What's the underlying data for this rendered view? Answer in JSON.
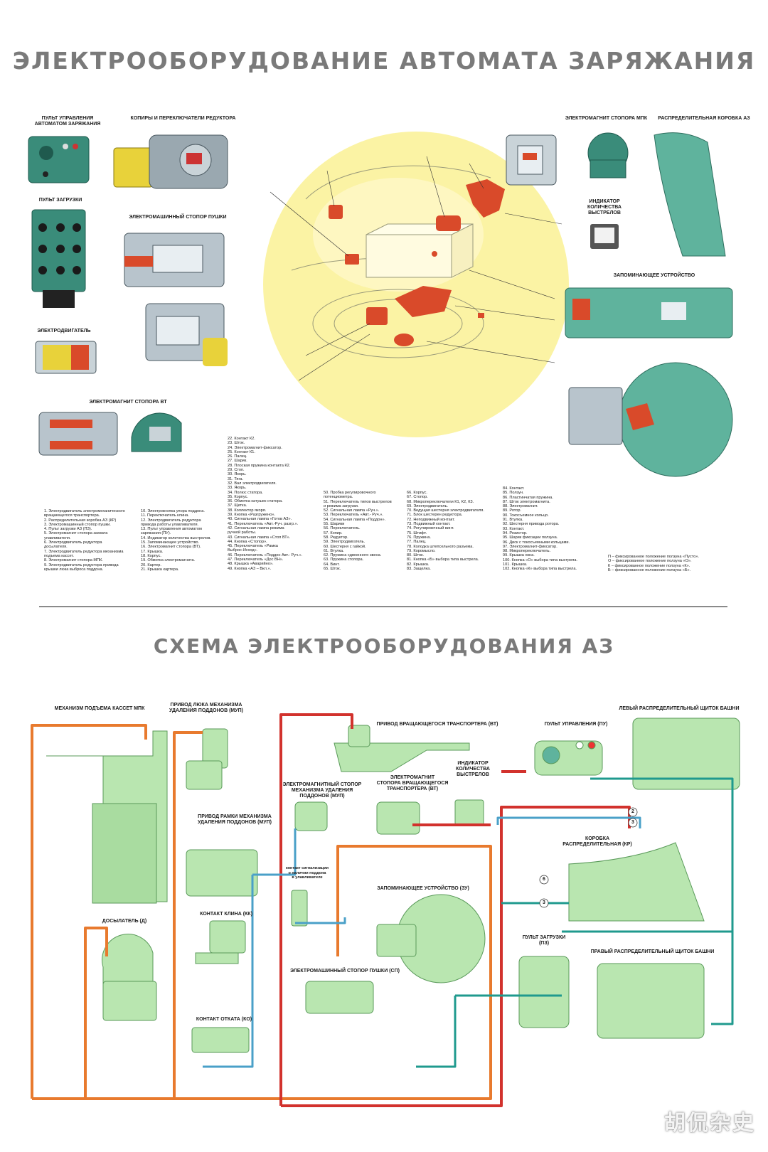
{
  "titles": {
    "top": "ЭЛЕКТРООБОРУДОВАНИЕ АВТОМАТА ЗАРЯЖАНИЯ",
    "bottom": "СХЕМА ЭЛЕКТРООБОРУДОВАНИЯ АЗ"
  },
  "top_labels": {
    "control_panel": "ПУЛЬТ УПРАВЛЕНИЯ\nАВТОМАТОМ ЗАРЯЖАНИЯ",
    "copiers": "КОПИРЫ И ПЕРЕКЛЮЧАТЕЛИ РЕДУКТОРА",
    "load_panel": "ПУЛЬТ ЗАГРУЗКИ",
    "gun_stopper": "ЭЛЕКТРОМАШИННЫЙ СТОПОР ПУШКИ",
    "motor": "ЭЛЕКТРОДВИГАТЕЛЬ",
    "vt_magnet": "ЭЛЕКТРОМАГНИТ СТОПОРА ВТ",
    "mpk_magnet": "ЭЛЕКТРОМАГНИТ СТОПОРА МПК",
    "distribution_box": "РАСПРЕДЕЛИТЕЛЬНАЯ КОРОБКА АЗ",
    "shot_indicator": "ИНДИКАТОР\nКОЛИЧЕСТВА\nВЫСТРЕЛОВ",
    "memory": "ЗАПОМИНАЮЩЕЕ УСТРОЙСТВО"
  },
  "legend_cols": [
    [
      "1. Электродвигатель электромеханического",
      "   вращающегося транспортера.",
      "2. Распределительная коробка АЗ (КР)",
      "3. Электромашинный стопор пушки.",
      "4. Пульт загрузки АЗ (ПЗ).",
      "5. Электромагнит стопора захвата",
      "   улавливателя.",
      "6. Электродвигатель редуктора",
      "   досылателя.",
      "7. Электродвигатель редуктора механизма",
      "   подъема кассет.",
      "8. Электромагнит стопора МПК.",
      "9. Электродвигатель редуктора привода",
      "   крышки люка выброса поддона."
    ],
    [
      "10. Электрокнопка упора поддона.",
      "11. Переключатель клина.",
      "12. Электродвигатель редуктора",
      "    привода работы улавливателя.",
      "13. Пульт управления автоматом",
      "    заряжания (ПУ).",
      "14. Индикатор количества выстрелов.",
      "15. Запоминающее устройство.",
      "16. Электромагнит стопора (ВТ).",
      "17. Крышка.",
      "18. Корпус.",
      "19. Обмотка электромагнита.",
      "20. Картер.",
      "21. Крышка картера."
    ],
    [
      "22. Контакт К2.",
      "23. Шток.",
      "24. Электромагнит-фиксатор.",
      "25. Контакт К1.",
      "26. Палец.",
      "27. Шарик.",
      "28. Плоская пружина контакта К2.",
      "29. Стоп.",
      "30. Якорь.",
      "31. Тяга.",
      "32. Вал электродвигателя.",
      "33. Якорь.",
      "34. Полюс статора.",
      "35. Корпус.",
      "36. Обмотка катушек статора.",
      "37. Щетка.",
      "38. Коллектор якоря.",
      "39. Кнопка «Разгружено».",
      "40. Сигнальная лампа «Готов АЗ».",
      "41. Переключатель «Авт.-Руч. разгр.».",
      "42. Сигнальная лампа режима",
      "    ручной работы.",
      "43. Сигнальная лампа «Стоп ВТ».",
      "44. Кнопка «Стопор».",
      "45. Переключатель «Рамка",
      "    Выброс-Исход».",
      "46. Переключатель «Поддон Авт.- Руч.».",
      "47. Переключатель «Дос ВН».",
      "48. Крышка «Аварийно».",
      "49. Кнопка «АЗ – Вкл.»."
    ],
    [
      "50. Пробка регулировочного",
      "    потенциометра.",
      "51. Переключатель типов выстрелов",
      "    и режима загрузки.",
      "52. Сигнальная лампа «Руч.».",
      "53. Переключатель «Авт.- Руч.».",
      "54. Сигнальная лампа «Поддон».",
      "55. Шарики",
      "56. Переключатель.",
      "57. Копир.",
      "58. Редуктор.",
      "59. Электродвигатель.",
      "60. Шестерня с гайкой.",
      "61. Втулка.",
      "62. Пружина сдвоенного звена.",
      "63. Пружина стопора.",
      "64. Винт.",
      "65. Шток."
    ],
    [
      "66. Корпус.",
      "67. Стопор.",
      "68. Микропереключатели К1, К2, К3.",
      "69. Электродвигатель.",
      "70. Ведущая шестерня электродвигателя.",
      "71. Блок шестерен редуктора.",
      "72. Неподвижный контакт.",
      "73. Подвижный контакт.",
      "74. Регулировочный винт.",
      "75. Штифт.",
      "76. Пружина.",
      "77. Палец.",
      "78. Колодка штепсельного разъема.",
      "79. Коромысло.",
      "80. Шток.",
      "81. Кнопка «Б» выбора типа выстрела.",
      "82. Крышка.",
      "83. Защелка."
    ],
    [
      "84. Контакт.",
      "85. Ползун.",
      "86. Пластинчатая пружина.",
      "87. Шток электромагнита.",
      "88. Электромагнит.",
      "89. Ротор.",
      "90. Токосъемное кольцо.",
      "91. Втулка.",
      "92. Шестерня привода ротора.",
      "93. Контакт.",
      "94. Резистор.",
      "95. Шарик фиксации ползуна.",
      "96. Диск с токосъемными кольцами.",
      "97. Электромагнит-фиксатор.",
      "98. Микропереключатель.",
      "99. Крышка окна.",
      "100. Кнопка «О» выбора типа выстрела.",
      "101. Крышка.",
      "102. Кнопка «К» выбора типа выстрела."
    ],
    [
      "П – фиксированное положение ползуна «Пусто».",
      "О – фиксированное положение ползуна «О».",
      "К – фиксированное положение ползуна «К».",
      "Б – фиксированное положение ползуна «Б»."
    ]
  ],
  "schema_labels": {
    "mpk": "МЕХАНИЗМ ПОДЪЕМА КАССЕТ МПК",
    "mup_hatch": "ПРИВОД ЛЮКА МЕХАНИЗМА\nУДАЛЕНИЯ ПОДДОНОВ (МУП)",
    "vt_drive": "ПРИВОД ВРАЩАЮЩЕГОСЯ ТРАНСПОРТЕРА (ВТ)",
    "pu": "ПУЛЬТ УПРАВЛЕНИЯ (ПУ)",
    "left_shield": "ЛЕВЫЙ РАСПРЕДЕЛИТЕЛЬНЫЙ ЩИТОК БАШНИ",
    "mup_stopper": "ЭЛЕКТРОМАГНИТНЫЙ СТОПОР\nМЕХАНИЗМА УДАЛЕНИЯ\nПОДДОНОВ (МУП)",
    "vt_stopper": "ЭЛЕКТРОМАГНИТ\nСТОПОРА ВРАЩАЮЩЕГОСЯ\nТРАНСПОРТЕРА (ВТ)",
    "indicator": "ИНДИКАТОР\nКОЛИЧЕСТВА\nВЫСТРЕЛОВ",
    "frame_drive": "ПРИВОД РАМКИ МЕХАНИЗМА\nУДАЛЕНИЯ ПОДДОНОВ (МУП)",
    "kr": "КОРОБКА\nРАСПРЕДЕЛИТЕЛЬНАЯ (КР)",
    "pallet_contact": "контакт сигнализации\nо наличии поддона\nв улавливателе",
    "memory": "ЗАПОМИНАЮЩЕЕ УСТРОЙСТВО (ЗУ)",
    "rammer": "ДОСЫЛАТЕЛЬ (Д)",
    "kk": "КОНТАКТ КЛИНА (КК)",
    "pz": "ПУЛЬТ ЗАГРУЗКИ\n(ПЗ)",
    "right_shield": "ПРАВЫЙ РАСПРЕДЕЛИТЕЛЬНЫЙ ЩИТОК БАШНИ",
    "sp": "ЭЛЕКТРОМАШИННЫЙ СТОПОР ПУШКИ (СП)",
    "ko": "КОНТАКТ ОТКАТА (КО)",
    "num_2": "2",
    "num_3": "3",
    "num_6": "6",
    "num_3b": "3"
  },
  "colors": {
    "title": "#7a7a7a",
    "wire_red": "#d2322d",
    "wire_orange": "#e87a2e",
    "wire_blue": "#4aa0c8",
    "wire_teal": "#1f9a8e",
    "device_green": "#b9e6b0",
    "device_dark": "#5fb39d",
    "highlight_yellow": "#fbf29a",
    "part_red": "#d94a2a"
  },
  "watermark": "胡侃杂史"
}
